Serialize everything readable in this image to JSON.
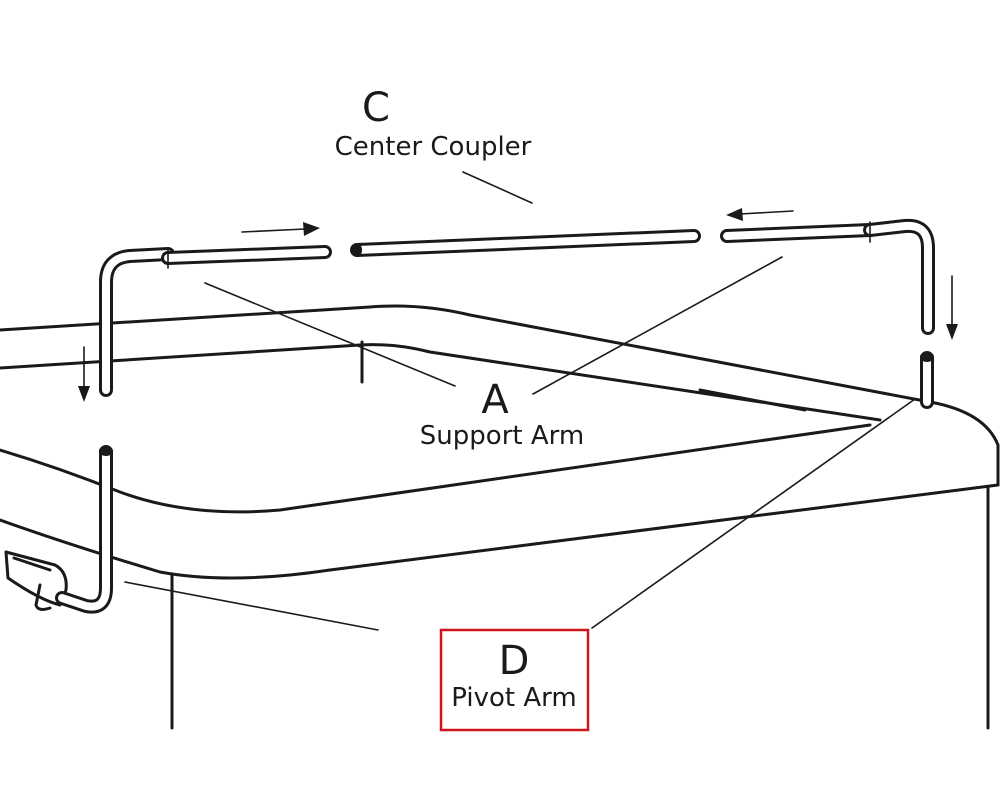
{
  "parts": {
    "center_coupler": {
      "letter": "C",
      "name": "Center Coupler"
    },
    "support_arm": {
      "letter": "A",
      "name": "Support Arm"
    },
    "pivot_arm": {
      "letter": "D",
      "name": "Pivot Arm",
      "highlight_color": "#d0141c"
    }
  },
  "colors": {
    "ink": "#1a1a1a",
    "background": "#ffffff"
  }
}
